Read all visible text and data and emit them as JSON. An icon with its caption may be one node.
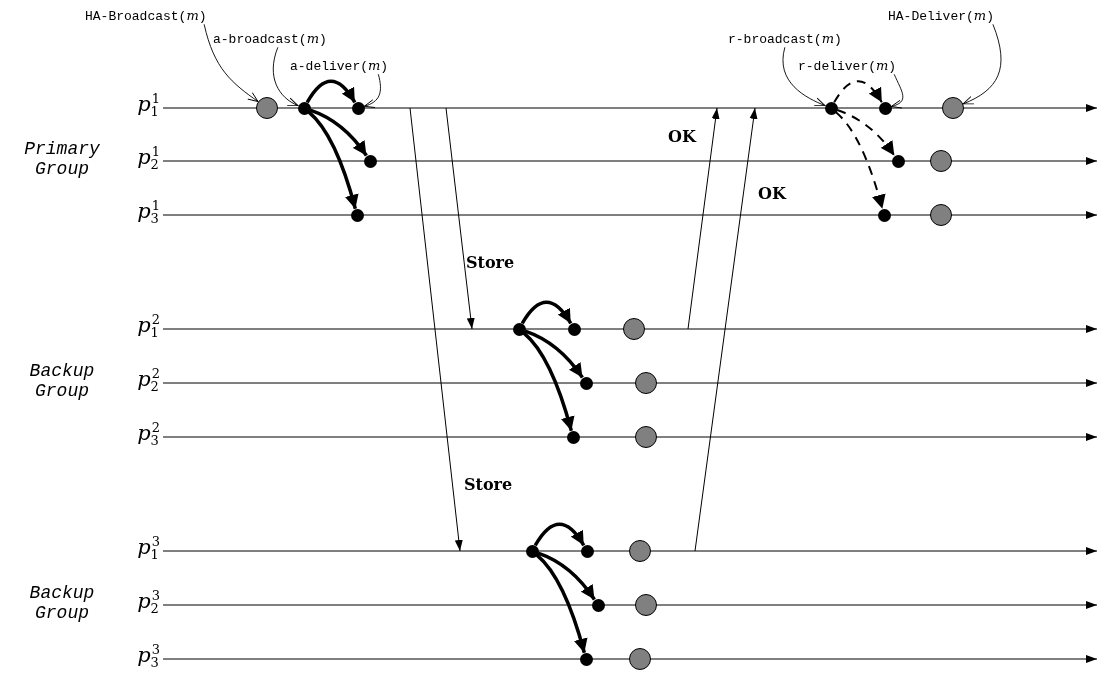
{
  "diagram": {
    "nodes": [
      {
        "text": [
          "HA-Broadcast(*m*)"
        ]
      },
      {
        "text": [
          "a-broadcast(*m*)"
        ]
      },
      {
        "text": [
          "a-deliver(*m*)"
        ]
      },
      {
        "text": [
          "r-broadcast(*m*)"
        ]
      },
      {
        "text": [
          "r-deliver(*m*)"
        ]
      },
      {
        "text": [
          "HA-Deliver(*m*)"
        ]
      },
      {
        "text": [
          "*p*$_{1}$$^{1}$"
        ]
      },
      {
        "text": [
          "*p*$_{2}$$^{1}$"
        ]
      },
      {
        "text": [
          "*p*$_{3}$$^{1}$"
        ]
      },
      {
        "text": [
          "*p*$_{1}$$^{2}$"
        ]
      },
      {
        "text": [
          "*p*$_{2}$$^{2}$"
        ]
      },
      {
        "text": [
          "*p*$_{3}$$^{2}$"
        ]
      },
      {
        "text": [
          "*p*$_{1}$$^{3}$"
        ]
      },
      {
        "text": [
          "*p*$_{2}$$^{3}$"
        ]
      },
      {
        "text": [
          "*p*$_{3}$$^{3}$"
        ]
      },
      {
        "text": [],
        "shape": "circle"
      },
      {
        "text": [],
        "shape": "circle"
      },
      {
        "text": [],
        "shape": "circle"
      },
      {
        "text": [],
        "shape": "circle"
      },
      {
        "text": [],
        "shape": "circle"
      },
      {
        "text": [],
        "shape": "circle"
      },
      {
        "text": [],
        "shape": "circle"
      },
      {
        "text": [],
        "shape": "circle"
      },
      {
        "text": [],
        "shape": "circle"
      },
      {
        "text": [],
        "shape": "circle"
      },
      {
        "text": [],
        "shape": "circle"
      },
      {
        "text": [],
        "shape": "circle"
      },
      {
        "text": [],
        "shape": "circle"
      },
      {
        "text": [],
        "shape": "circle"
      },
      {
        "text": [],
        "shape": "circle"
      },
      {
        "text": [],
        "shape": "circle"
      },
      {
        "text": [],
        "shape": "circle"
      },
      {
        "text": [],
        "shape": "circle"
      },
      {
        "text": [],
        "shape": "circle"
      },
      {
        "text": [],
        "shape": "circle"
      },
      {
        "text": [],
        "shape": "circle"
      },
      {
        "text": [],
        "shape": "circle"
      },
      {
        "text": [],
        "shape": "circle"
      },
      {
        "text": [],
        "shape": "circle"
      },
      {
        "text": [],
        "shape": "circle"
      },
      {
        "text": [],
        "shape": "circle"
      }
    ],
    "edges": [
      {
        "from": 0,
        "to": 15,
        "arrow": "to"
      },
      {
        "from": 1,
        "to": 16,
        "arrow": "to"
      },
      {
        "from": 2,
        "to": 17,
        "arrow": "to"
      },
      {
        "from": 3,
        "to": 18,
        "arrow": "to"
      },
      {
        "from": 4,
        "to": 19,
        "arrow": "to"
      },
      {
        "from": 5,
        "to": 20,
        "arrow": "to"
      },
      {
        "from": 6,
        "to": null,
        "arrow": "to"
      },
      {
        "from": 7,
        "to": null,
        "arrow": "to"
      },
      {
        "from": 8,
        "to": null,
        "arrow": "to"
      },
      {
        "from": 9,
        "to": null,
        "arrow": "to"
      },
      {
        "from": 10,
        "to": null,
        "arrow": "to"
      },
      {
        "from": 11,
        "to": null,
        "arrow": "to"
      },
      {
        "from": 12,
        "to": null,
        "arrow": "to"
      },
      {
        "from": 13,
        "to": null,
        "arrow": "to"
      },
      {
        "from": 14,
        "to": null,
        "arrow": "to"
      },
      {
        "from": 16,
        "to": 17,
        "arrow": "to",
        "style": "thick"
      },
      {
        "from": 16,
        "to": 21,
        "arrow": "to",
        "style": "thick"
      },
      {
        "from": 16,
        "to": 24,
        "arrow": "to",
        "style": "thick"
      },
      {
        "from": 18,
        "to": 19,
        "arrow": "to",
        "style": "dashed"
      },
      {
        "from": 18,
        "to": 22,
        "arrow": "to",
        "style": "dashed"
      },
      {
        "from": 18,
        "to": 25,
        "arrow": "to",
        "style": "dashed"
      },
      {
        "from": 27,
        "to": 28,
        "arrow": "to",
        "style": "thick"
      },
      {
        "from": 27,
        "to": 30,
        "arrow": "to",
        "style": "thick"
      },
      {
        "from": 27,
        "to": 32,
        "arrow": "to",
        "style": "thick"
      },
      {
        "from": 34,
        "to": 35,
        "arrow": "to",
        "style": "thick"
      },
      {
        "from": 34,
        "to": 37,
        "arrow": "to",
        "style": "thick"
      },
      {
        "from": 34,
        "to": 39,
        "arrow": "to",
        "style": "thick"
      }
    ],
    "labels": [
      "Primary Group",
      "OK",
      "OK",
      "Store",
      "Backup Group",
      "Store",
      "Backup Group"
    ]
  }
}
